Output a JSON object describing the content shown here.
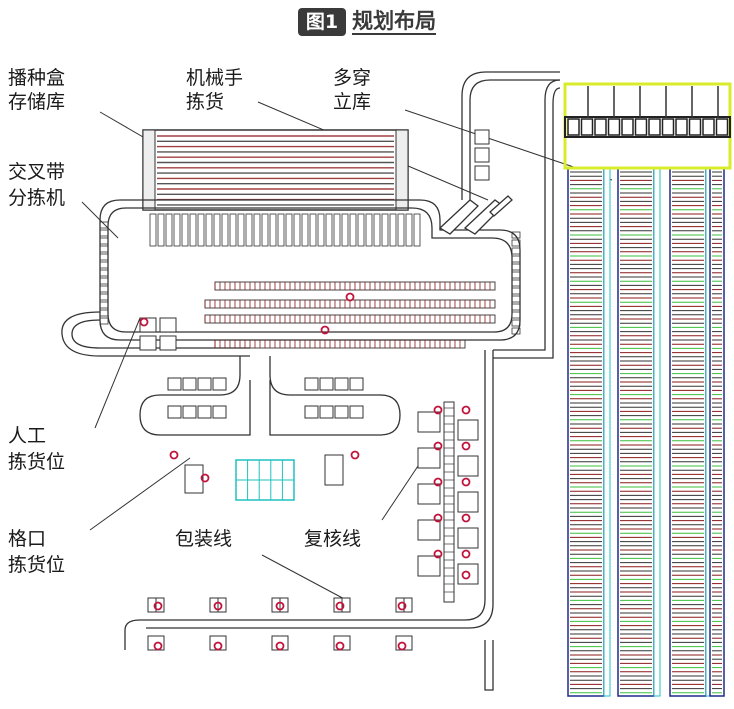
{
  "figure": {
    "badge": "图1",
    "title": "规划布局"
  },
  "labels": {
    "seed_box_storage_1": "播种盒",
    "seed_box_storage_2": "存储库",
    "robot_picking_1": "机械手",
    "robot_picking_2": "拣货",
    "multi_shuttle_1": "多穿",
    "multi_shuttle_2": "立库",
    "cross_belt_1": "交叉带",
    "cross_belt_2": "分拣机",
    "manual_picking_1": "人工",
    "manual_picking_2": "拣货位",
    "grid_picking_1": "格口",
    "grid_picking_2": "拣货位",
    "packing_line": "包装线",
    "recheck_line": "复核线"
  },
  "colors": {
    "ink": "#333333",
    "rack_red": "#8b1a1a",
    "rack_blue": "#1e2a8a",
    "rack_green": "#3cbf3c",
    "rack_yellow": "#d8ec2a",
    "operator_red": "#c0143c",
    "cyan": "#1fc0c0"
  }
}
